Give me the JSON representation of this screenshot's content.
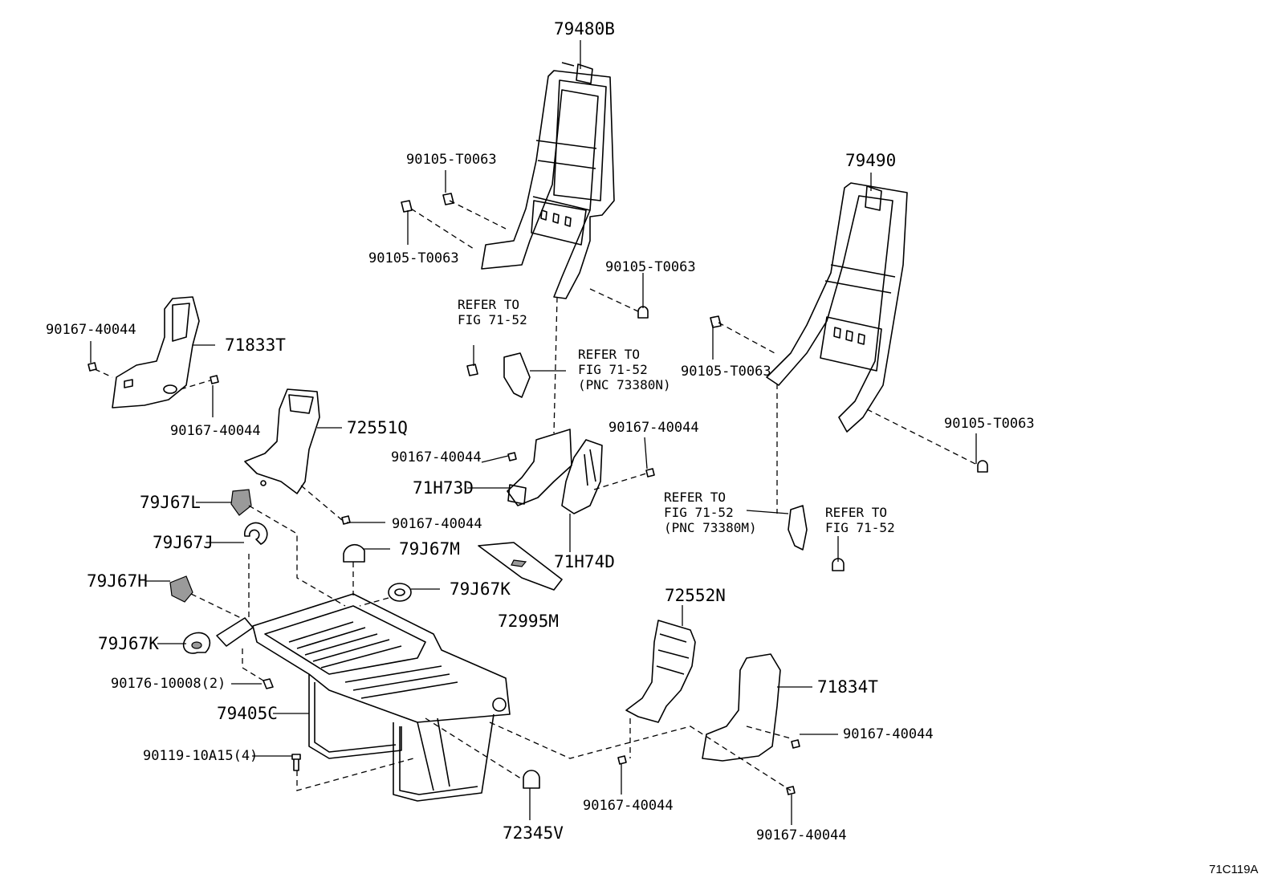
{
  "figure_id": "71C119A",
  "labels": {
    "frame_79480B": "79480B",
    "frame_79490": "79490",
    "bolt_upper_a": "90105-T0063",
    "bolt_upper_b": "90105-T0063",
    "bolt_upper_c": "90105-T0063",
    "bolt_right_a": "90105-T0063",
    "bolt_right_b": "90105-T0063",
    "shield_71833T": "71833T",
    "screw_a": "90167-40044",
    "screw_b": "90167-40044",
    "cover_72551Q": "72551Q",
    "screw_c": "90167-40044",
    "screw_d": "90167-40044",
    "screw_e": "90167-40044",
    "cover_71H73D": "71H73D",
    "cover_71H74D": "71H74D",
    "cap_79J67L": "79J67L",
    "cap_79J67J": "79J67J",
    "cap_79J67M": "79J67M",
    "cap_79J67H": "79J67H",
    "cap_79J67K_a": "79J67K",
    "cap_79J67K_b": "79J67K",
    "pad_72995M": "72995M",
    "bolt_90176": "90176-10008(2)",
    "frame_79405C": "79405C",
    "bolt_90119": "90119-10A15(4)",
    "cap_72345V": "72345V",
    "cover_72552N": "72552N",
    "shield_71834T": "71834T",
    "screw_f": "90167-40044",
    "screw_g": "90167-40044",
    "screw_h": "90167-40044"
  },
  "refs": {
    "ref1": "REFER TO\nFIG 71-52",
    "ref2": "REFER TO\nFIG 71-52\n(PNC 73380N)",
    "ref3": "REFER TO\nFIG 71-52\n(PNC 73380M)",
    "ref4": "REFER TO\nFIG 71-52"
  }
}
